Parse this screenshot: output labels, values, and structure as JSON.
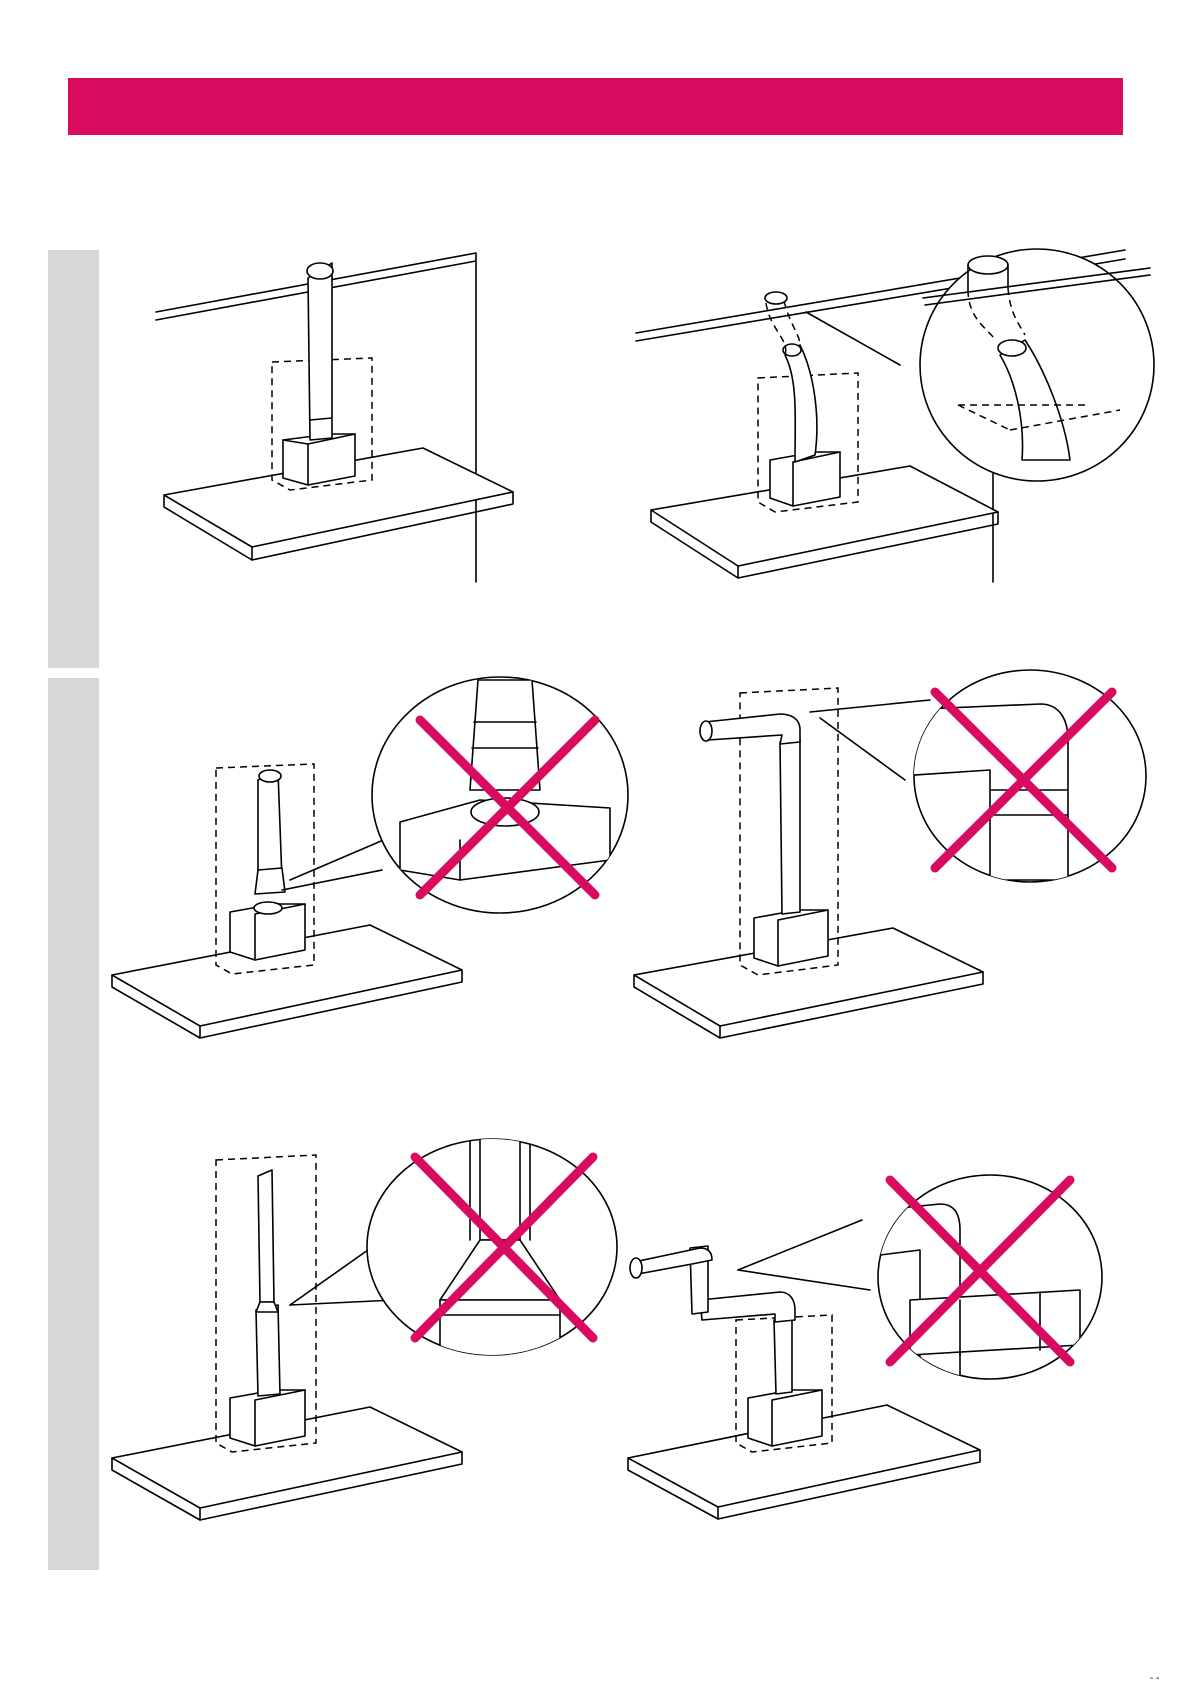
{
  "colors": {
    "accent": "#d90b5f",
    "side_tab": "#d6d7d9",
    "line": "#000000"
  },
  "figures": [
    {
      "id": "fig-1",
      "verdict": "correct"
    },
    {
      "id": "fig-2",
      "verdict": "correct"
    },
    {
      "id": "fig-3",
      "verdict": "incorrect"
    },
    {
      "id": "fig-4",
      "verdict": "incorrect"
    },
    {
      "id": "fig-5",
      "verdict": "incorrect"
    },
    {
      "id": "fig-6",
      "verdict": "incorrect"
    }
  ],
  "footer": {
    "page_text": "- -"
  }
}
